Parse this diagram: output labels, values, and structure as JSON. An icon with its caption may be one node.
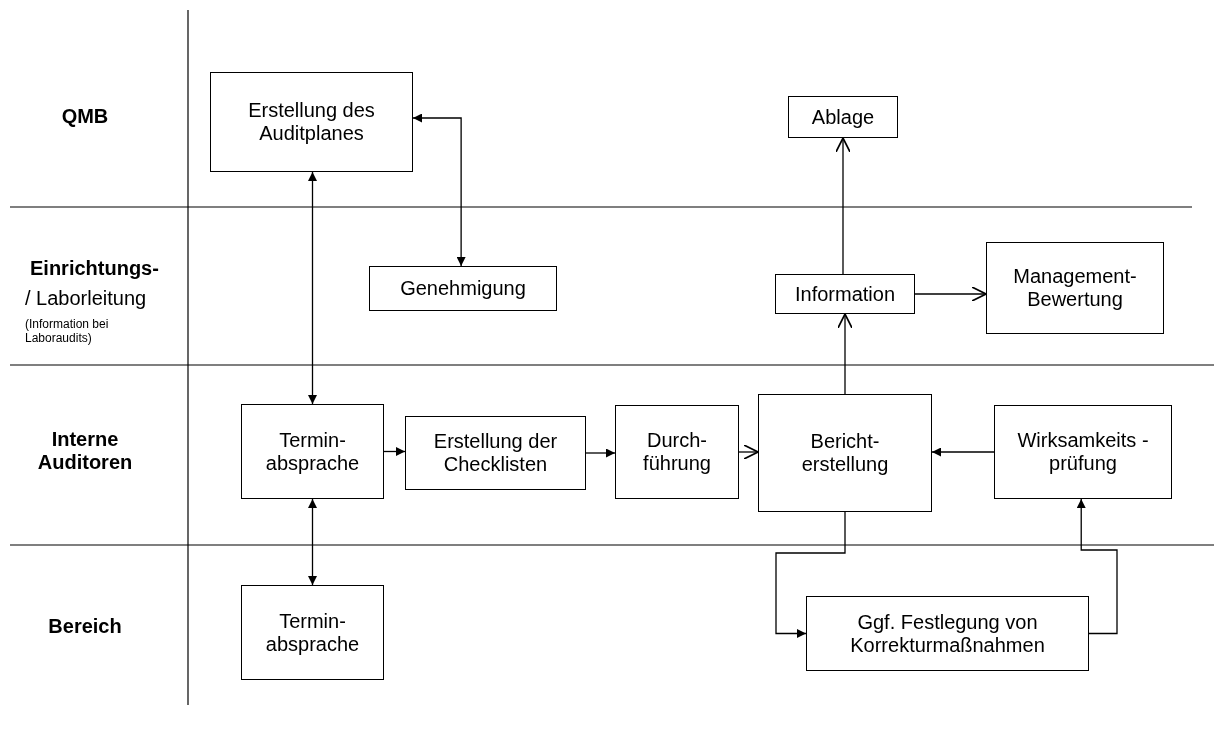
{
  "diagram": {
    "nodes": [
      {
        "text": [
          "Erstellung des Auditplanes"
        ]
      },
      {
        "text": [
          "Ablage"
        ]
      },
      {
        "text": [
          "Genehmigung"
        ]
      },
      {
        "text": [
          "Information"
        ]
      },
      {
        "text": [
          "Management- Bewertung"
        ]
      },
      {
        "text": [
          "Termin- absprache"
        ]
      },
      {
        "text": [
          "Erstellung der Checklisten"
        ]
      },
      {
        "text": [
          "Durch- führung"
        ]
      },
      {
        "text": [
          "Bericht- erstellung"
        ]
      },
      {
        "text": [
          "Wirksamkeits -prüfung"
        ]
      },
      {
        "text": [
          "Termin- absprache"
        ]
      },
      {
        "text": [
          "Ggf. Festlegung von Korrekturmaßnahmen"
        ]
      }
    ],
    "edges": [
      {
        "from": 0,
        "to": 2,
        "arrow": "both"
      },
      {
        "from": 0,
        "to": 5,
        "arrow": "both"
      },
      {
        "from": 5,
        "to": 10,
        "arrow": "both"
      },
      {
        "from": 5,
        "to": 6,
        "arrow": "to"
      },
      {
        "from": 6,
        "to": 7,
        "arrow": "to"
      },
      {
        "from": 7,
        "to": 8,
        "arrow": "to"
      },
      {
        "from": 8,
        "to": 3,
        "arrow": "to"
      },
      {
        "from": 3,
        "to": 1,
        "arrow": "to"
      },
      {
        "from": 3,
        "to": 4,
        "arrow": "to"
      },
      {
        "from": 9,
        "to": 8,
        "arrow": "to"
      },
      {
        "from": 8,
        "to": 11,
        "arrow": "to"
      },
      {
        "from": 11,
        "to": 9,
        "arrow": "to"
      }
    ],
    "labels": [
      "QMB",
      "Einrichtungs-",
      "/ Laborleitung",
      "(Information bei Laboraudits)",
      "Interne Auditoren",
      "Bereich"
    ]
  }
}
